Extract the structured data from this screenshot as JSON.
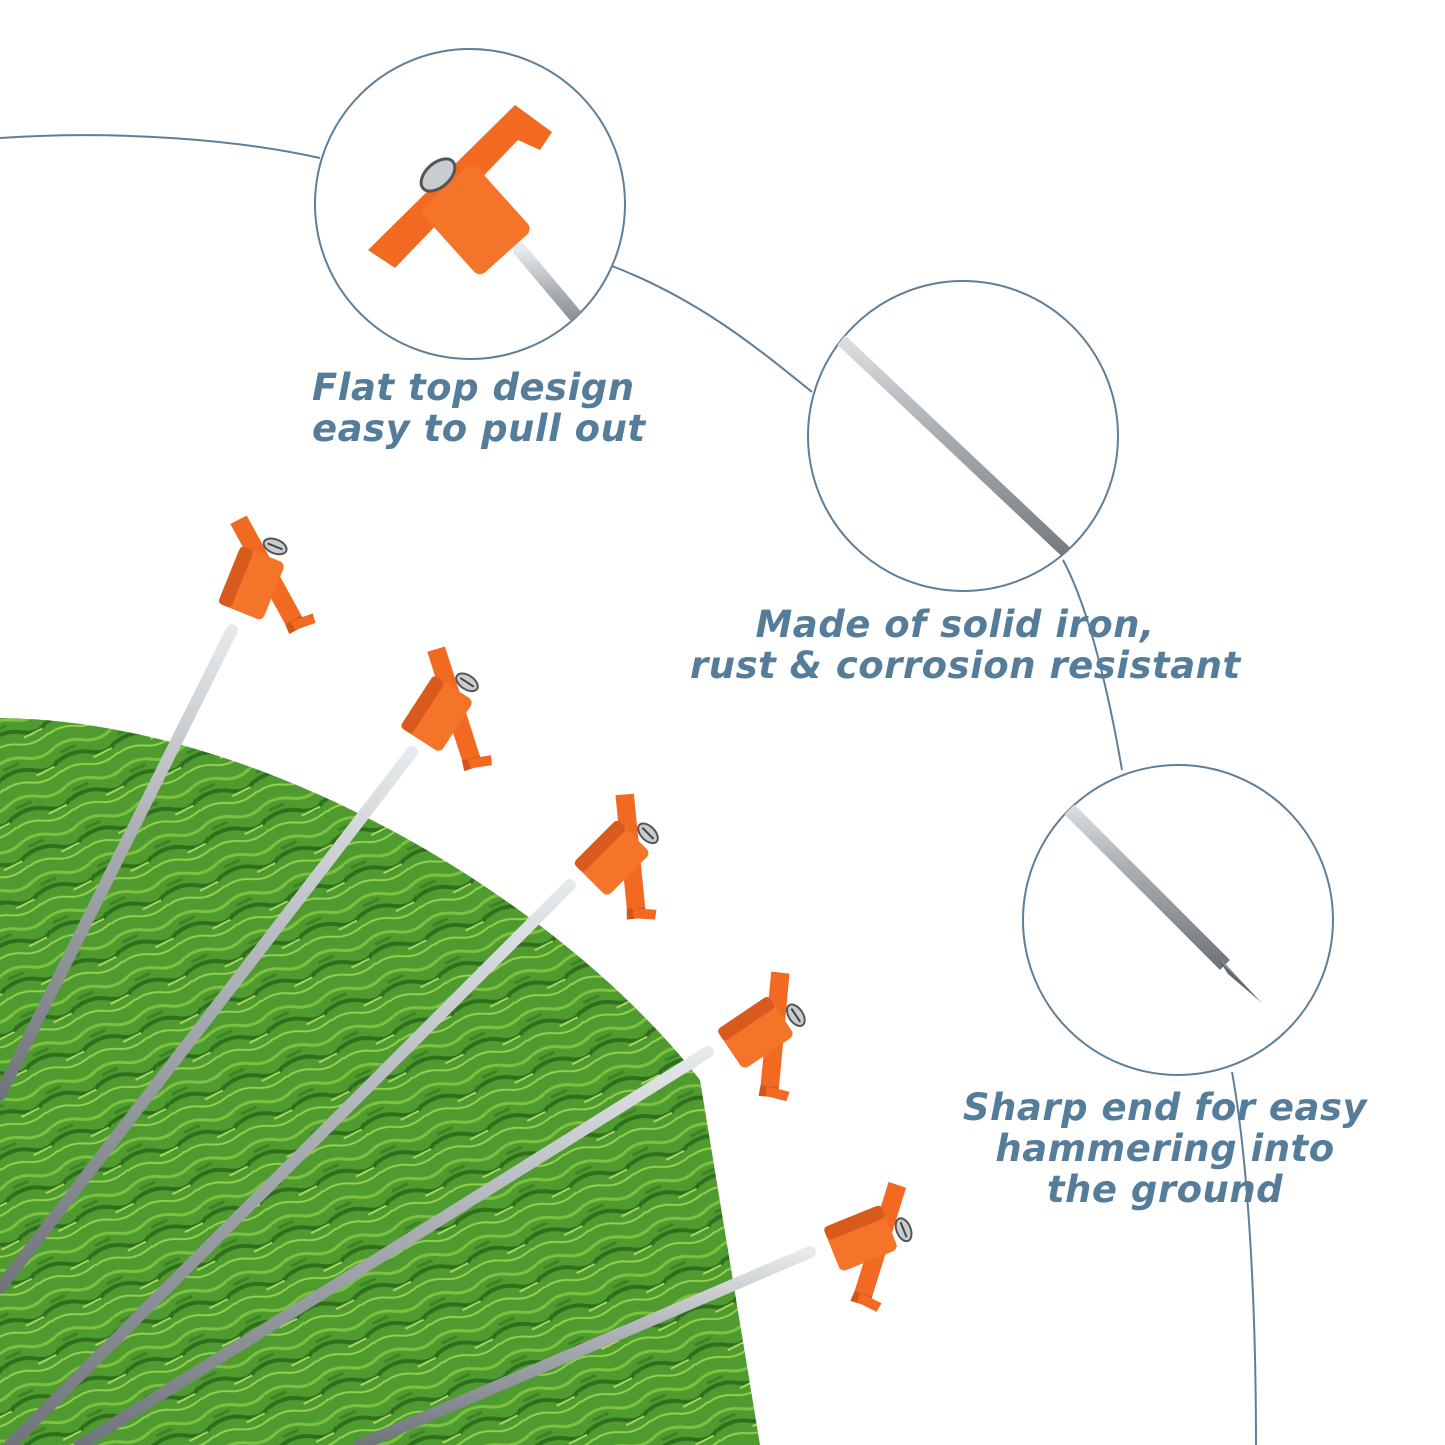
{
  "captions": {
    "flat_top": {
      "line1": "Flat top design",
      "line2": "easy to pull out"
    },
    "solid_iron": {
      "line1": "Made of solid iron,",
      "line2": "rust & corrosion resistant"
    },
    "sharp_end": {
      "line1": "Sharp end for easy",
      "line2": "hammering into",
      "line3": "the ground"
    }
  },
  "colors": {
    "caption_text": "#557d9a",
    "connector_line": "#5e7f99",
    "peg_head": "#f26a22",
    "peg_shaft": "#b9bec3",
    "grass": "#4e9a2e"
  },
  "stake_count": 5,
  "detail_icons": [
    "flat-top-head-icon",
    "solid-iron-shaft-icon",
    "sharp-tip-icon"
  ]
}
